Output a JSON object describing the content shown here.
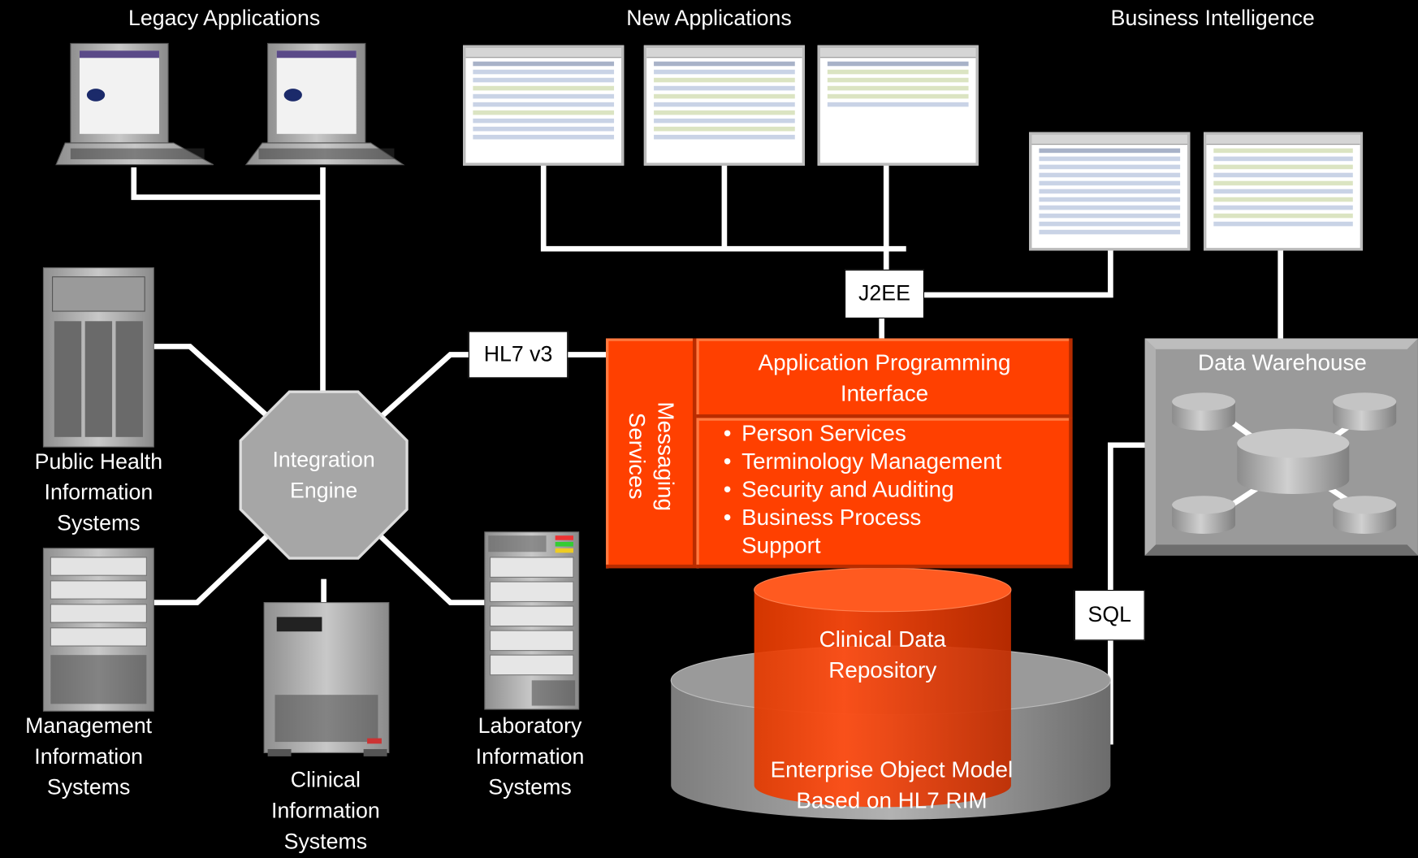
{
  "headers": {
    "legacy": "Legacy Applications",
    "new_apps": "New Applications",
    "bi": "Business Intelligence"
  },
  "connectors": {
    "j2ee": "J2EE",
    "hl7": "HL7 v3",
    "sql": "SQL"
  },
  "integration_engine": "Integration\nEngine",
  "systems": {
    "public_health": "Public Health\nInformation\nSystems",
    "management": "Management\nInformation\nSystems",
    "clinical": "Clinical\nInformation\nSystems",
    "laboratory": "Laboratory\nInformation\nSystems"
  },
  "messaging_services": "Messaging\nServices",
  "api": {
    "title": "Application Programming\nInterface",
    "services": [
      "Person Services",
      "Terminology Management",
      "Security and Auditing",
      "Business Process\nSupport"
    ]
  },
  "cdr": "Clinical Data\nRepository",
  "eom": "Enterprise Object Model\nBased on HL7 RIM",
  "data_warehouse": "Data Warehouse",
  "colors": {
    "accent": "#ff4000",
    "background": "#000000",
    "connector": "#ffffff",
    "device": "#b5b5b5"
  }
}
